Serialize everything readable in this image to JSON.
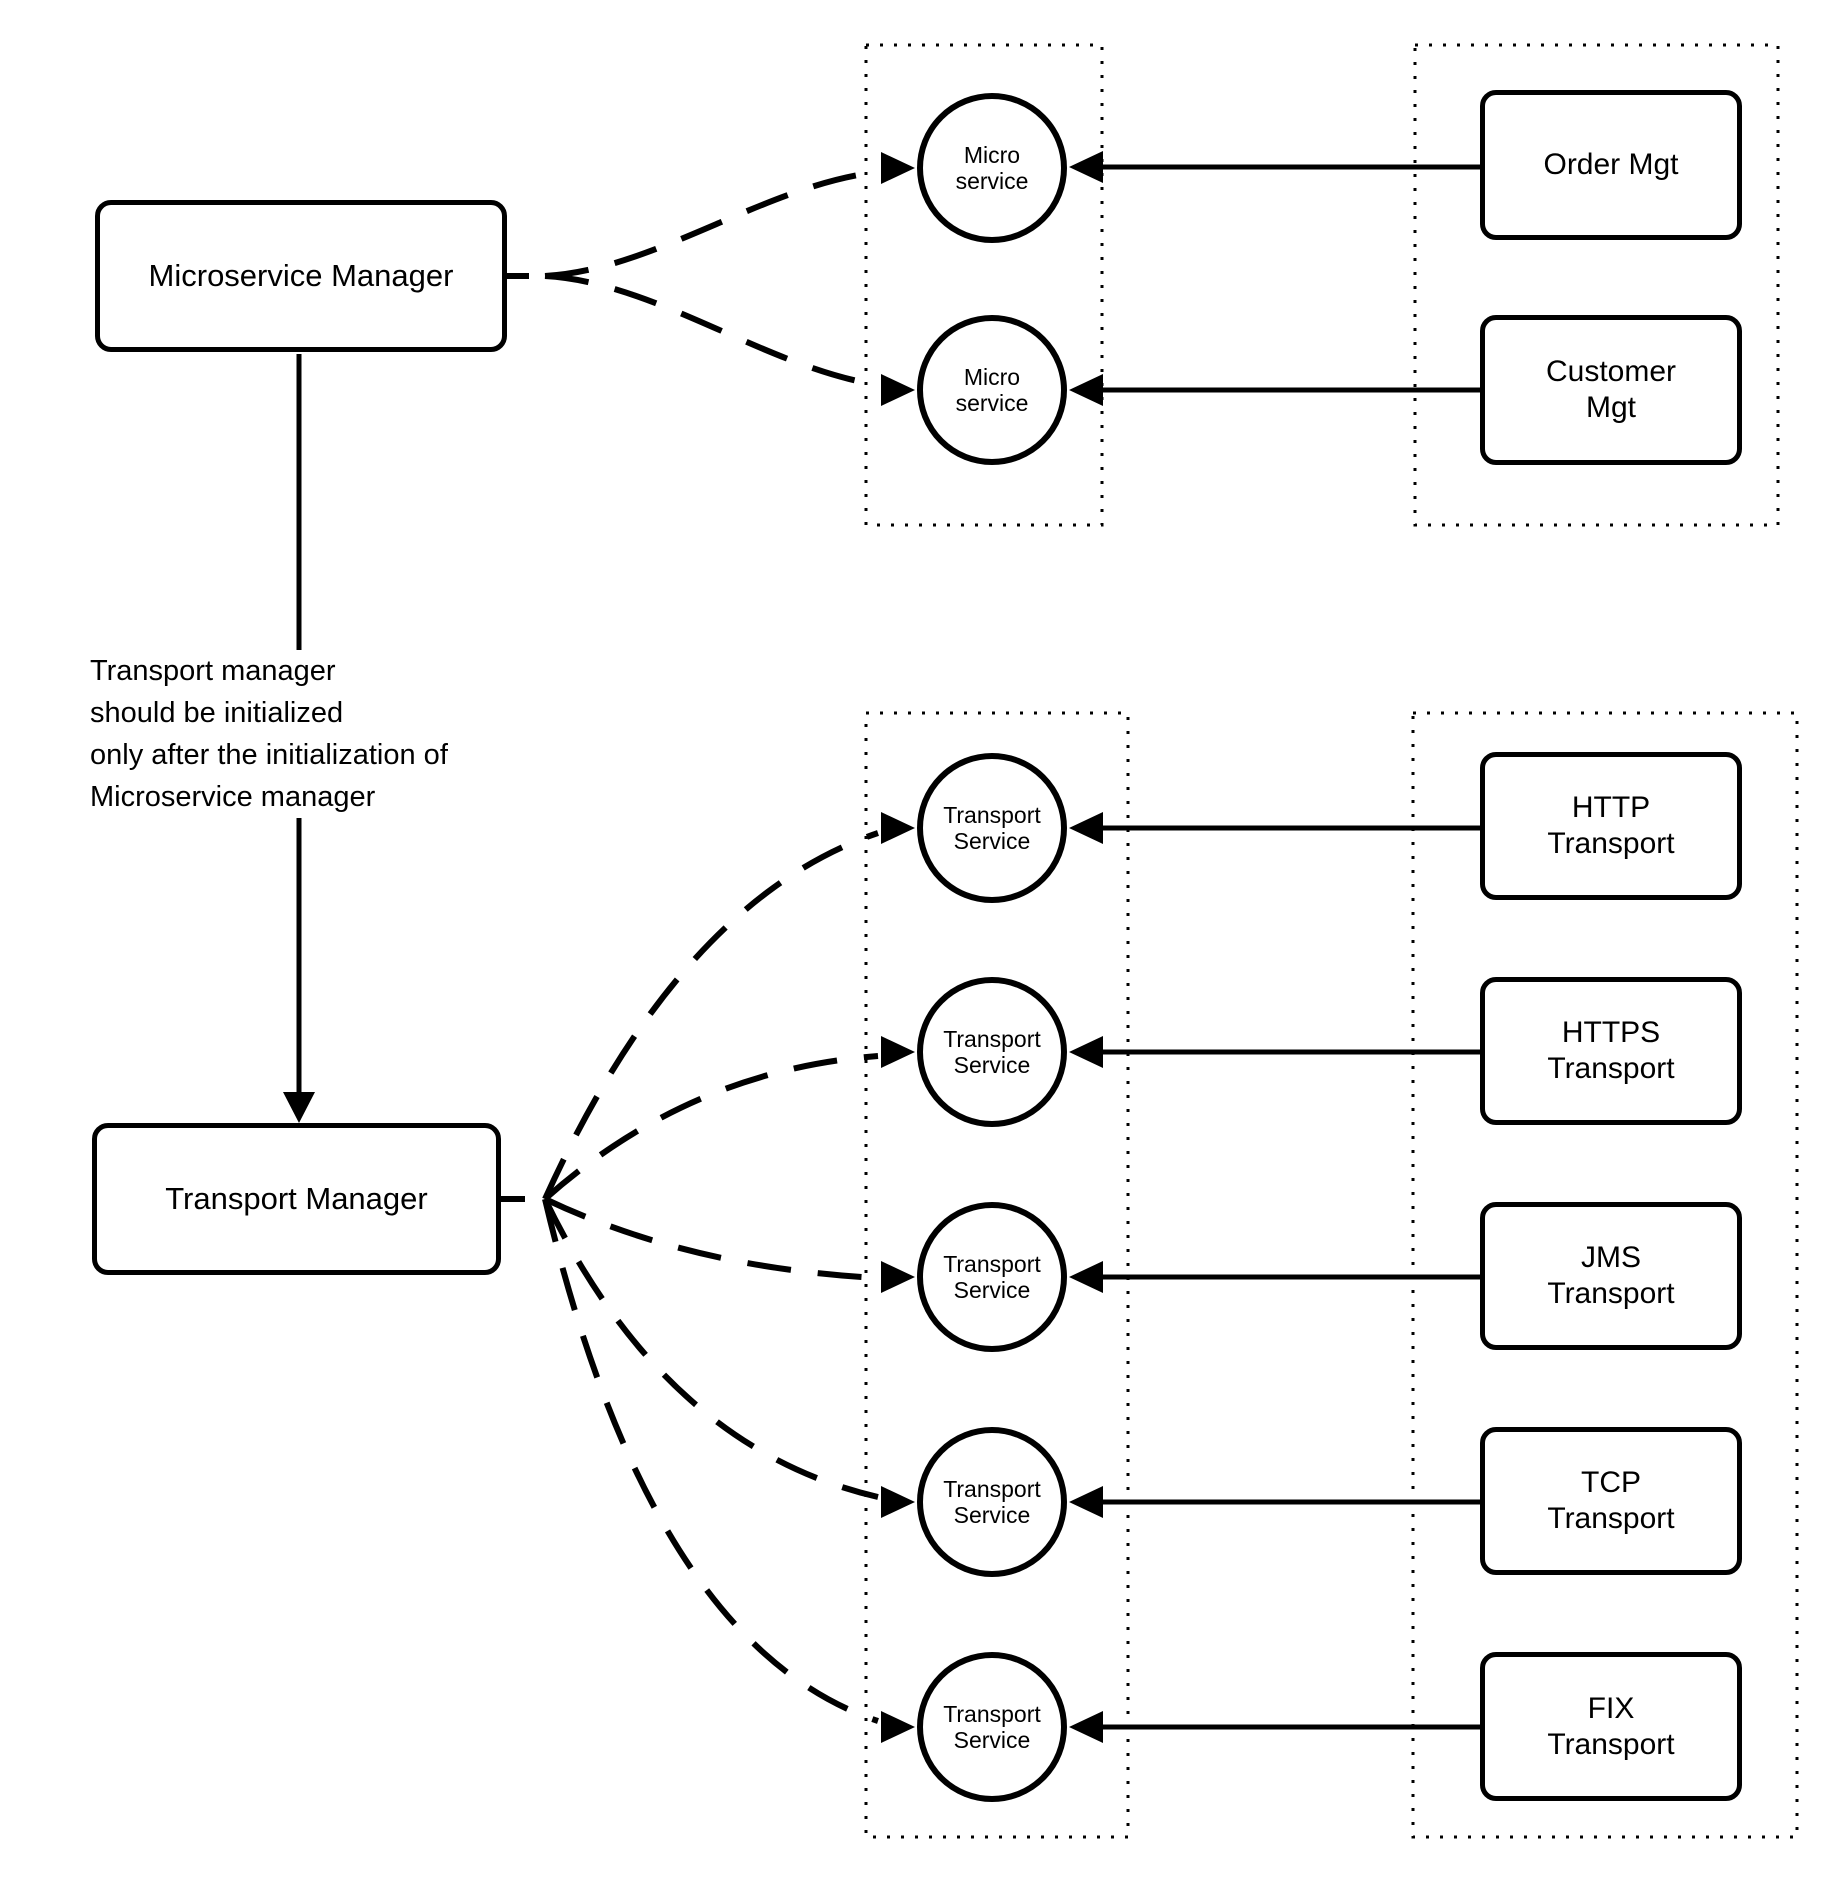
{
  "managers": {
    "microservice": {
      "label": "Microservice Manager"
    },
    "transport": {
      "label": "Transport Manager"
    }
  },
  "annotation": {
    "lines": [
      "Transport manager",
      "should be initialized",
      "only after the initialization of",
      "Microservice manager"
    ]
  },
  "microservice_layer": {
    "services": [
      {
        "label": "Micro service"
      },
      {
        "label": "Micro service"
      }
    ],
    "apps": [
      {
        "label": "Order Mgt"
      },
      {
        "label": "Customer Mgt"
      }
    ]
  },
  "transport_layer": {
    "services": [
      {
        "label": "Transport Service"
      },
      {
        "label": "Transport Service"
      },
      {
        "label": "Transport Service"
      },
      {
        "label": "Transport Service"
      },
      {
        "label": "Transport Service"
      }
    ],
    "transports": [
      {
        "label": "HTTP Transport"
      },
      {
        "label": "HTTPS Transport"
      },
      {
        "label": "JMS Transport"
      },
      {
        "label": "TCP Transport"
      },
      {
        "label": "FIX Transport"
      }
    ]
  },
  "colors": {
    "stroke": "#000000",
    "background": "#ffffff"
  }
}
